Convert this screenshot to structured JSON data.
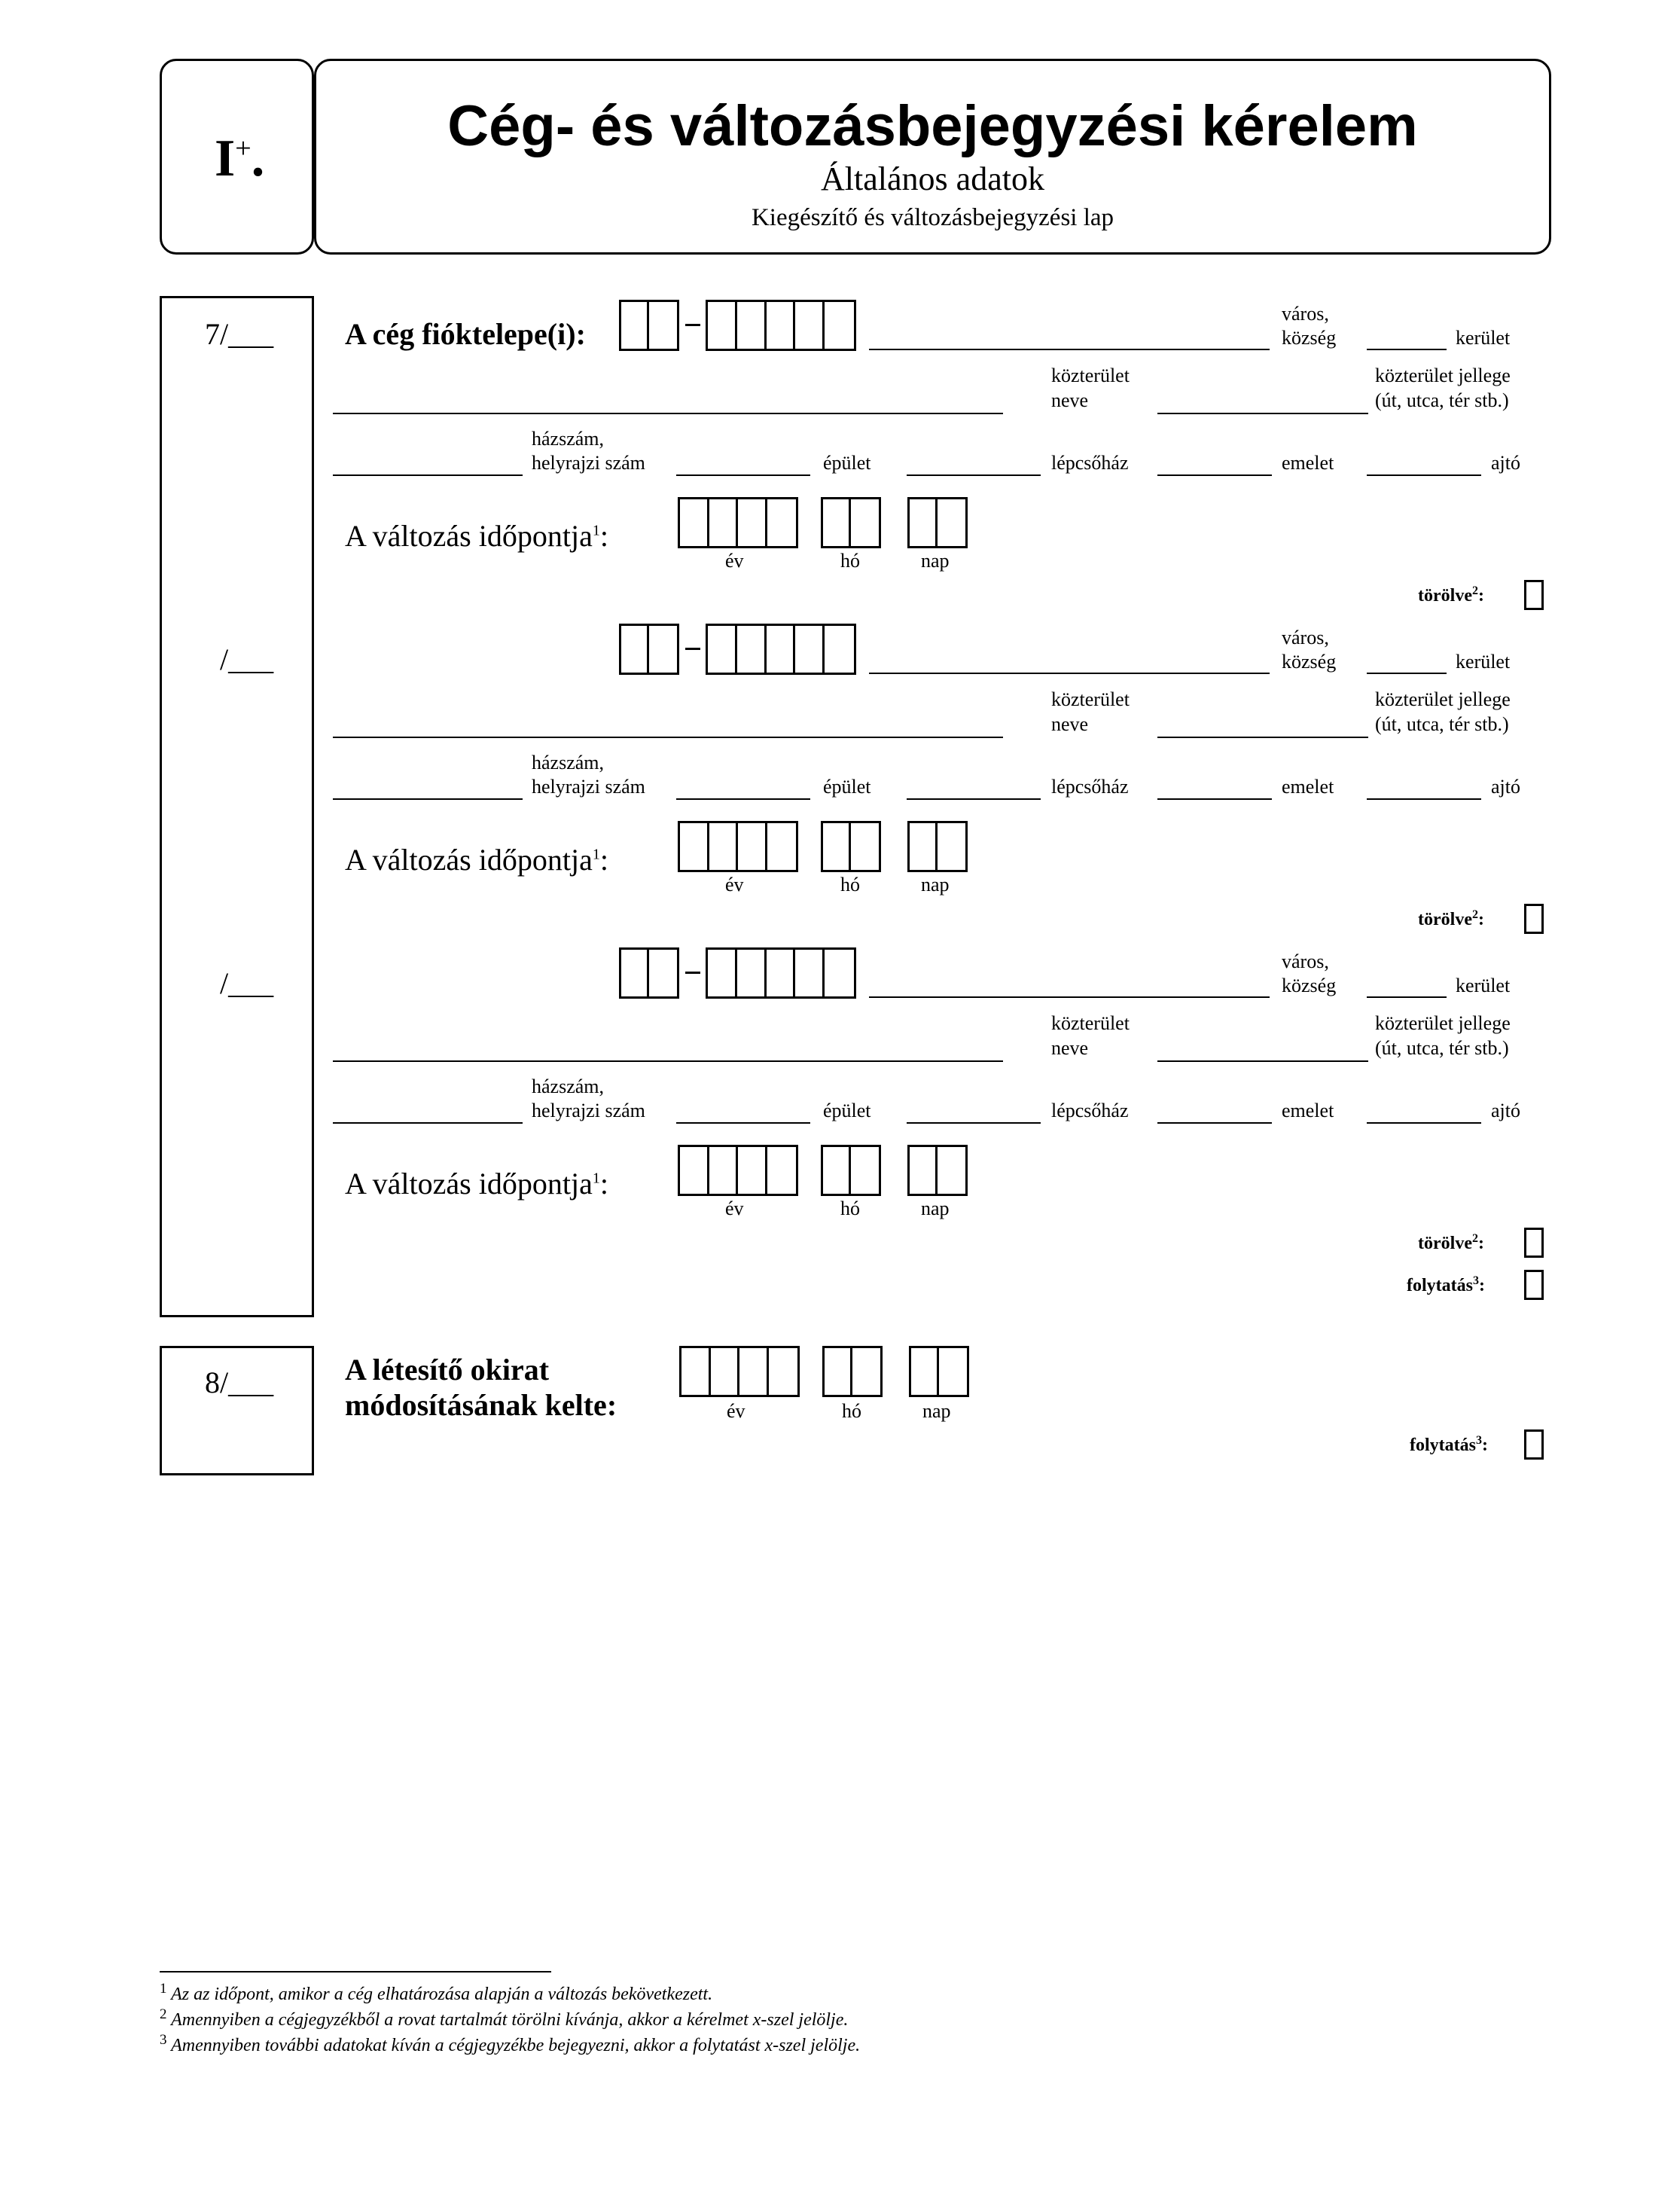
{
  "header": {
    "section_code": "I",
    "section_code_sup": "+",
    "title": "Cég- és változásbejegyzési kérelem",
    "subtitle": "Általános adatok",
    "sheet_type": "Kiegészítő és változásbejegyzési lap"
  },
  "section7": {
    "number": "7/___",
    "number_repeat": "/___",
    "label": "A cég fióktelepe(i):",
    "address": {
      "city_line1": "város,",
      "city_line2": "község",
      "district": "kerület",
      "street_name_line1": "közterület",
      "street_name_line2": "neve",
      "street_type_line1": "közterület jellege",
      "street_type_line2": "(út, utca, tér stb.)",
      "house_number_line1": "házszám,",
      "house_number_line2": "helyrajzi szám",
      "building": "épület",
      "staircase": "lépcsőház",
      "floor": "emelet",
      "door": "ajtó"
    },
    "change_date_label": "A változás időpontja",
    "change_date_sup": "1",
    "date_labels": {
      "year": "év",
      "month": "hó",
      "day": "nap"
    },
    "deleted_label": "törölve",
    "deleted_sup": "2",
    "continuation_label": "folytatás",
    "continuation_sup": "3"
  },
  "section8": {
    "number": "8/___",
    "label_line1": "A létesítő okirat",
    "label_line2": "módosításának kelte:",
    "date_labels": {
      "year": "év",
      "month": "hó",
      "day": "nap"
    },
    "continuation_label": "folytatás",
    "continuation_sup": "3"
  },
  "footnotes": [
    {
      "num": "1",
      "text": "Az az időpont, amikor a cég elhatározása alapján a változás bekövetkezett."
    },
    {
      "num": "2",
      "text": "Amennyiben a cégjegyzékből a rovat tartalmát törölni kívánja, akkor a kérelmet x-szel jelölje."
    },
    {
      "num": "3",
      "text": "Amennyiben további adatokat kíván a cégjegyzékbe bejegyezni, akkor a folytatást x-szel jelölje."
    }
  ],
  "colors": {
    "ink": "#000000",
    "paper": "#ffffff"
  }
}
